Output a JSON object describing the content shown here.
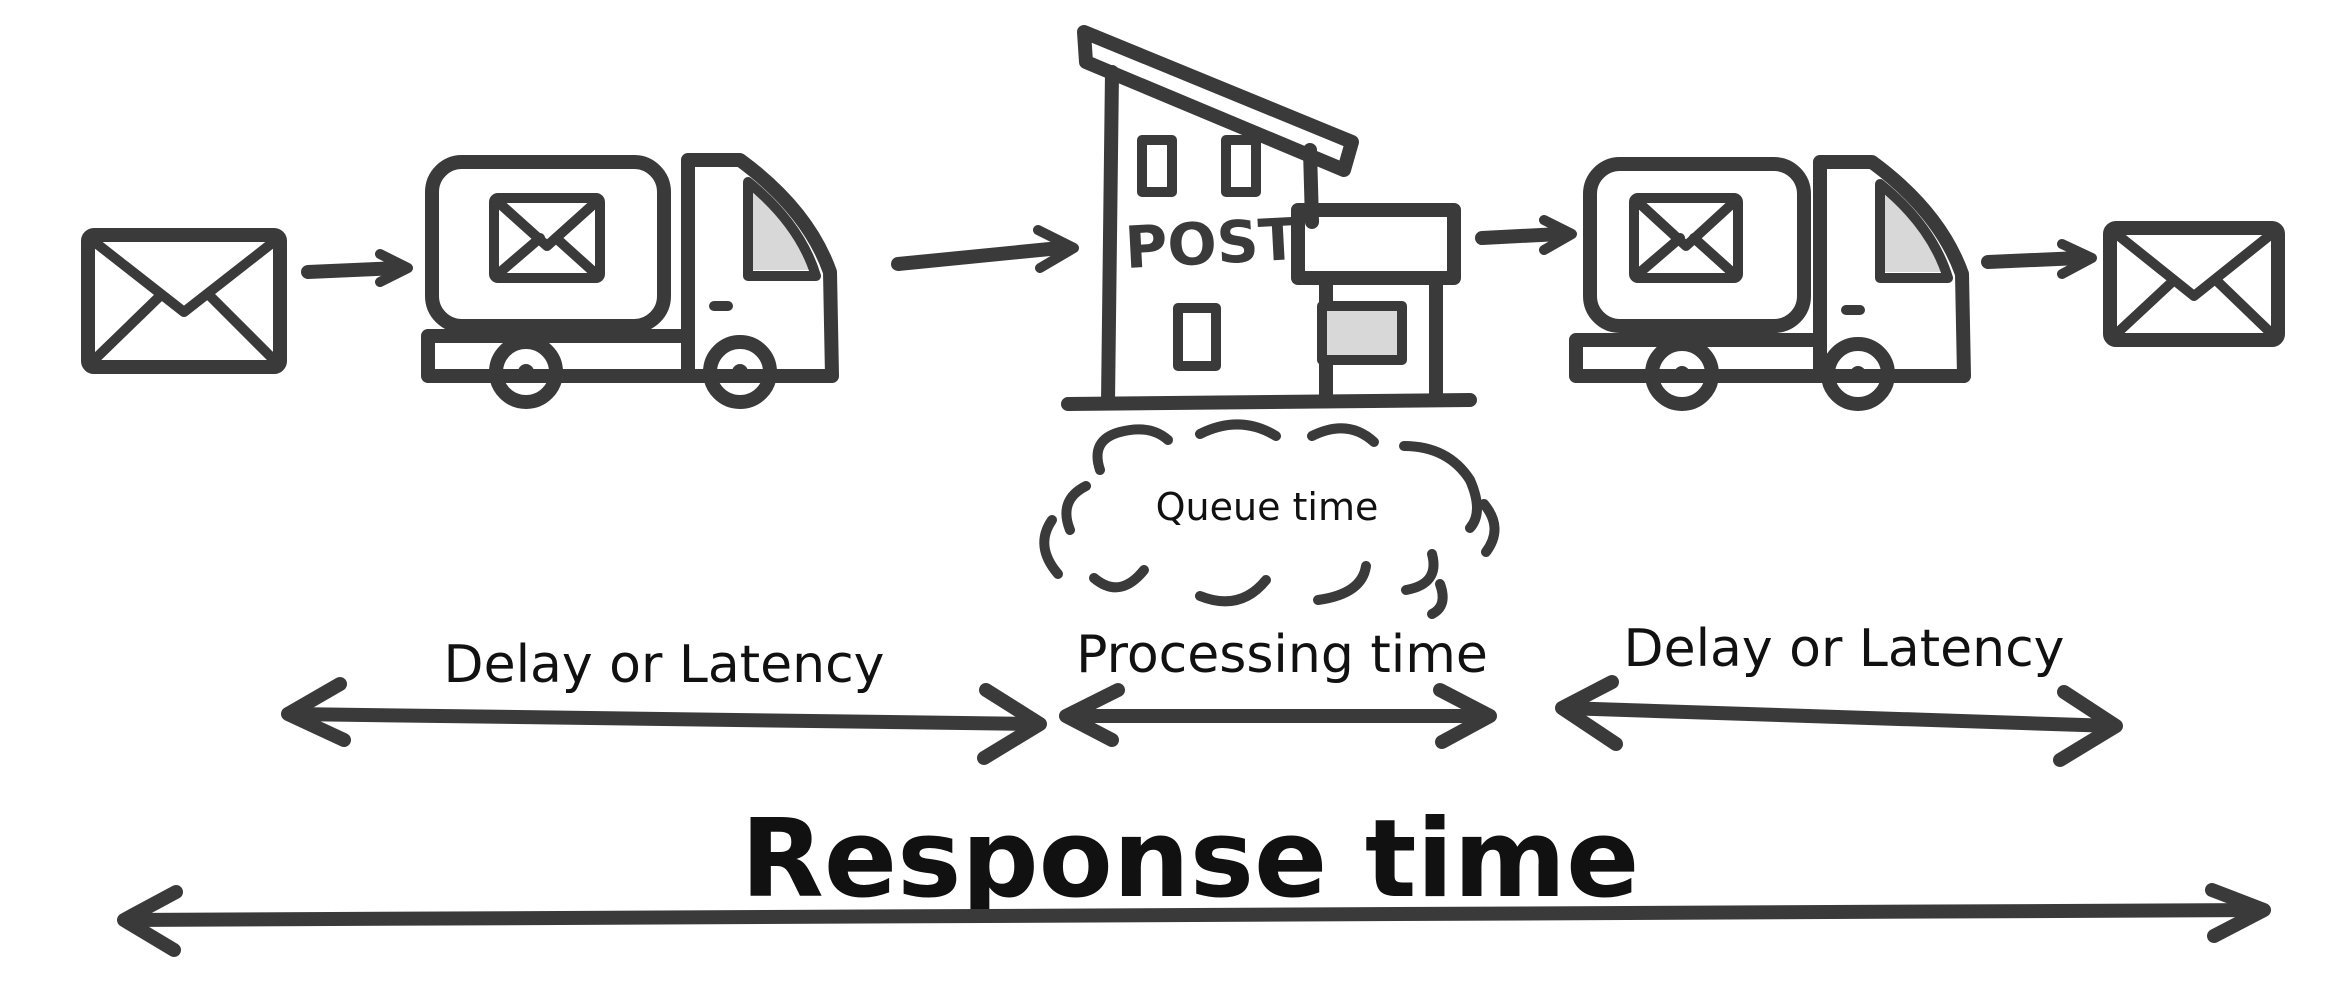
{
  "building": {
    "sign": "POST"
  },
  "labels": {
    "queue_time": "Queue time",
    "delay_left": "Delay or Latency",
    "processing_time": "Processing time",
    "delay_right": "Delay or Latency",
    "response_time": "Response time"
  },
  "icons": [
    "envelope-icon",
    "mail-truck-icon",
    "post-office-icon",
    "cloud-icon",
    "arrow-icon"
  ],
  "colors": {
    "ink": "#3a3a3a",
    "text": "#111111",
    "background": "#ffffff"
  }
}
